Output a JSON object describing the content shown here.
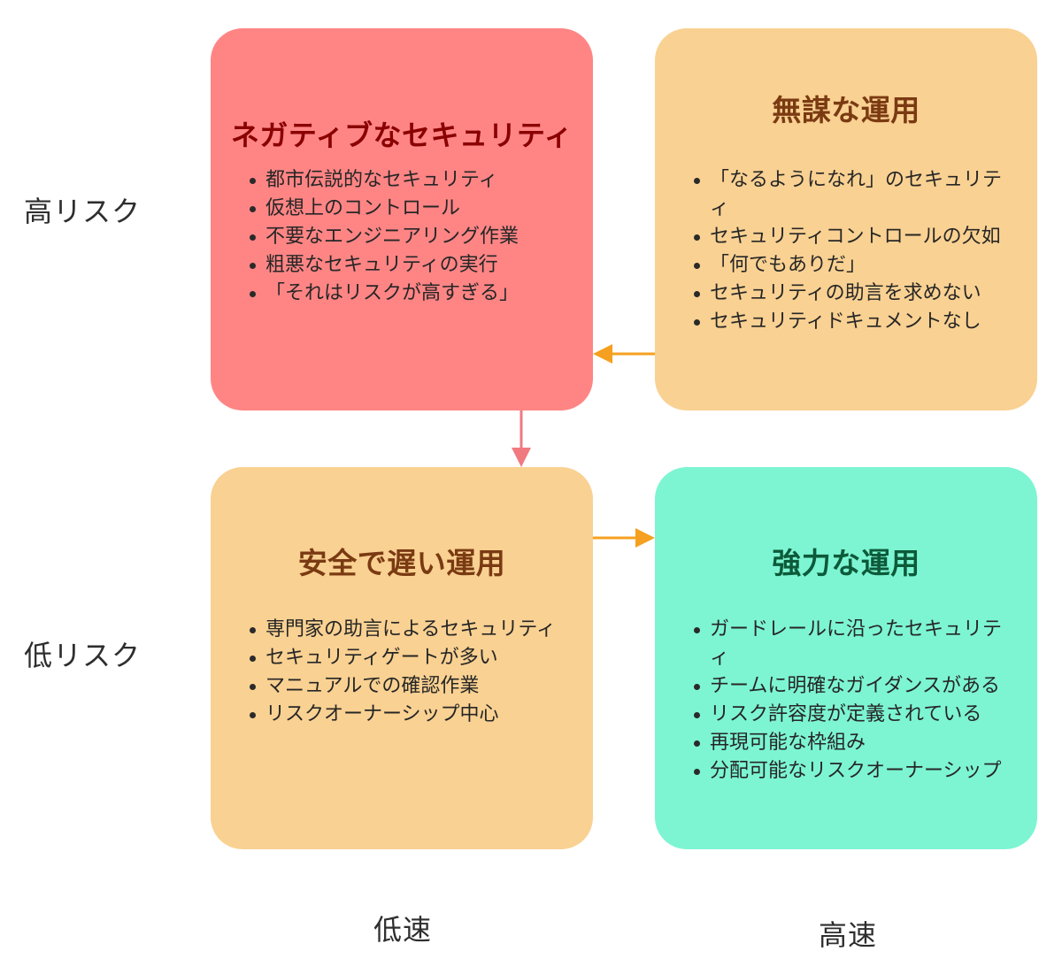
{
  "row_labels": {
    "high": "高リスク",
    "low": "低リスク"
  },
  "column_labels": {
    "slow": "低速",
    "fast": "高速"
  },
  "quadrants": {
    "negative": {
      "title": "ネガティブなセキュリティ",
      "items": [
        "都市伝説的なセキュリティ",
        "仮想上のコントロール",
        "不要なエンジニアリング作業",
        "粗悪なセキュリティの実行",
        "「それはリスクが高すぎる」"
      ],
      "bg_color": "#ff8585",
      "title_color": "#8a0000"
    },
    "reckless": {
      "title": "無謀な運用",
      "items": [
        "「なるようになれ」のセキュリティ",
        "セキュリティコントロールの欠如",
        "「何でもありだ」",
        "セキュリティの助言を求めない",
        "セキュリティドキュメントなし"
      ],
      "bg_color": "#f9d192",
      "title_color": "#7a3a12"
    },
    "safe_slow": {
      "title": "安全で遅い運用",
      "items": [
        "専門家の助言によるセキュリティ",
        "セキュリティゲートが多い",
        "マニュアルでの確認作業",
        "リスクオーナーシップ中心"
      ],
      "bg_color": "#f9d192",
      "title_color": "#7a3a12"
    },
    "strong": {
      "title": "強力な運用",
      "items": [
        "ガードレールに沿ったセキュリティ",
        "チームに明確なガイダンスがある",
        "リスク許容度が定義されている",
        "再現可能な枠組み",
        "分配可能なリスクオーナーシップ"
      ],
      "bg_color": "#7df5d2",
      "title_color": "#0c5a3a"
    }
  },
  "arrow_colors": {
    "orange": "#f5a020",
    "pink": "#f07a80"
  }
}
